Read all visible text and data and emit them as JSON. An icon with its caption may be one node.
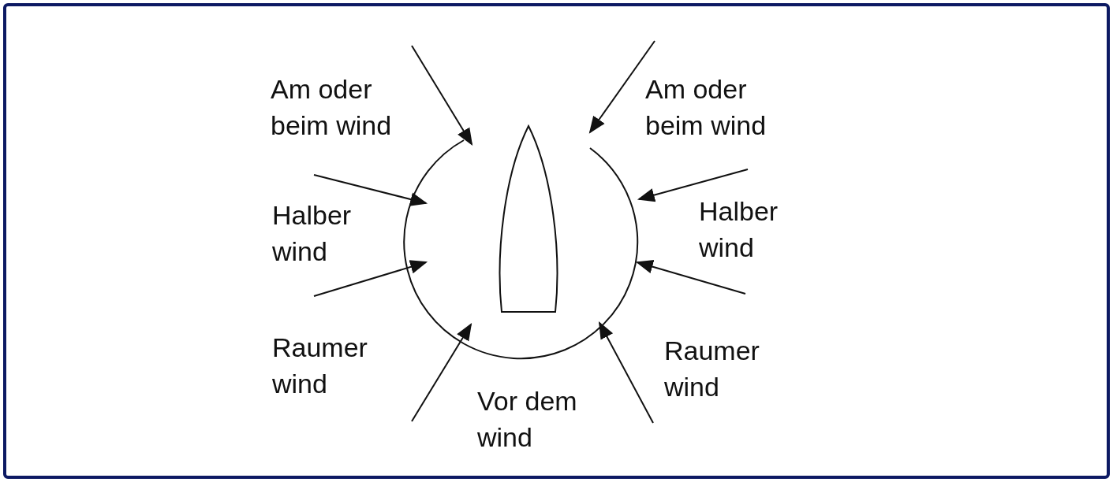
{
  "diagram": {
    "labels": [
      "Am oder beim wind",
      "Am oder beim wind",
      "Halber wind",
      "Halber wind",
      "Raumer wind",
      "Raumer wind",
      "Vor dem wind"
    ]
  }
}
